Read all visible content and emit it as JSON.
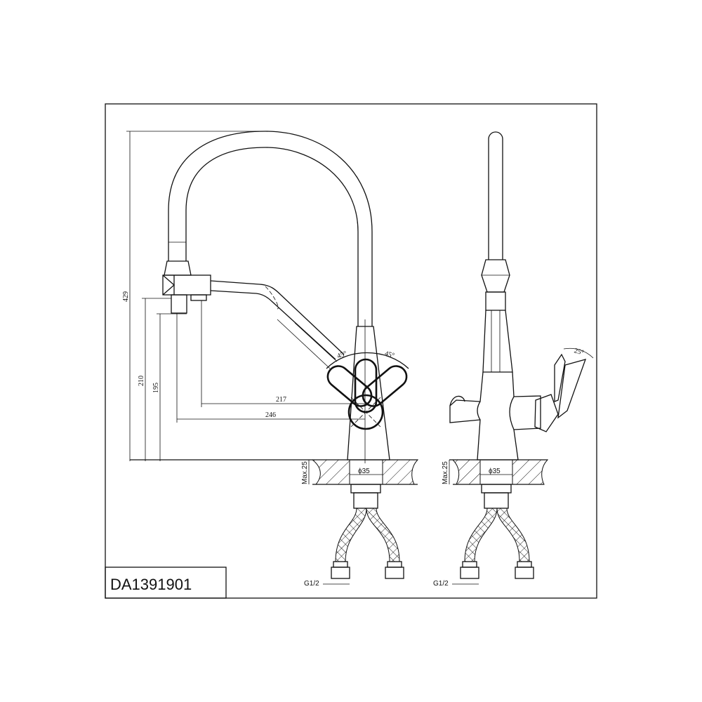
{
  "model_code": "DA1391901",
  "dimensions": {
    "height_total": "429",
    "height_head": "210",
    "height_outlet": "195",
    "reach_short": "217",
    "reach_long": "246",
    "angle_left": "45°",
    "angle_right": "45°",
    "angle_side": "25°",
    "max_thickness_front": "Max.25",
    "max_thickness_side": "Max.25",
    "hole_diameter_front": "ϕ35",
    "hole_diameter_side": "ϕ35",
    "thread_front": "G1/2",
    "thread_side": "G1/2"
  }
}
